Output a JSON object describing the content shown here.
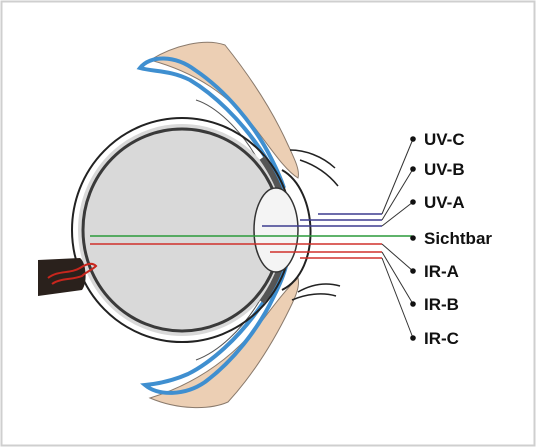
{
  "bands": [
    {
      "label": "UV-C",
      "color": "#3d3c8f"
    },
    {
      "label": "UV-B",
      "color": "#3d3c8f"
    },
    {
      "label": "UV-A",
      "color": "#3d3c8f"
    },
    {
      "label": "Sichtbar",
      "color": "#2a9a3a"
    },
    {
      "label": "IR-A",
      "color": "#d0302b"
    },
    {
      "label": "IR-B",
      "color": "#d0302b"
    },
    {
      "label": "IR-C",
      "color": "#d0302b"
    }
  ],
  "colors": {
    "frame": "#cfcfcf",
    "skin": "#eccfb4",
    "conjunctiva": "#3f8fd0",
    "globe_fill": "#d9d9d9",
    "sclera_line": "#222222",
    "optic_nerve": "#2a211c",
    "vessel": "#c8261d",
    "leader": "#333333"
  }
}
